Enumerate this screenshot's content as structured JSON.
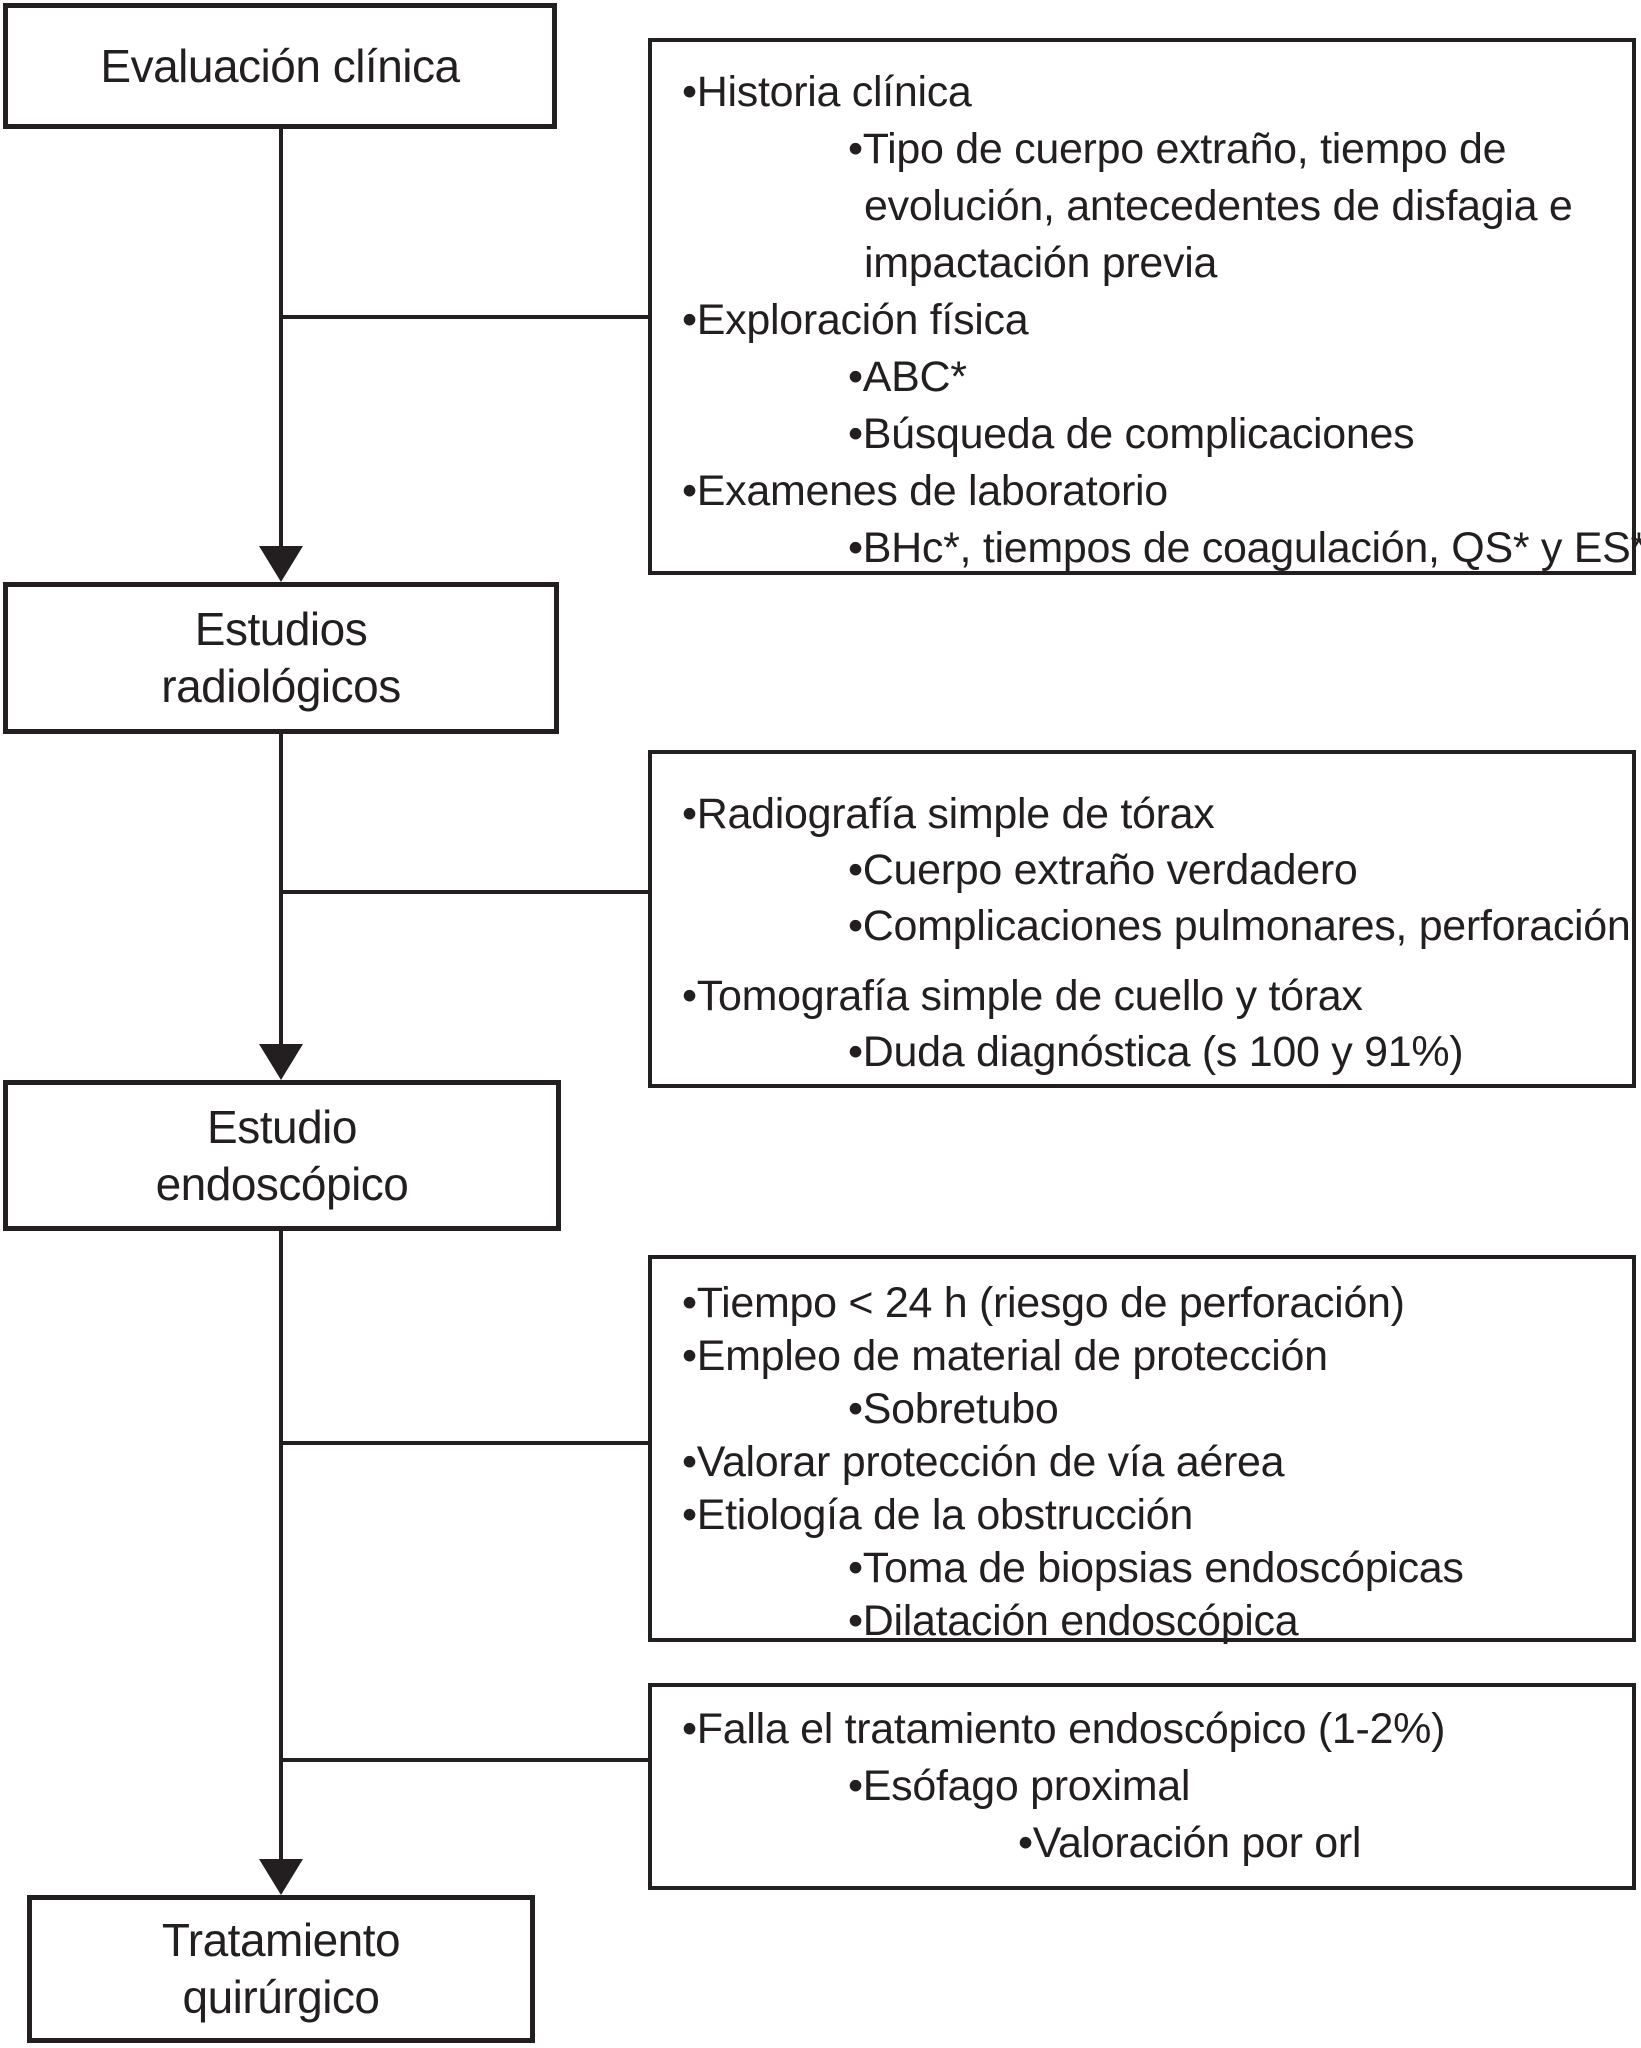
{
  "palette": {
    "ink": "#231f20",
    "background": "#ffffff"
  },
  "nodes": [
    {
      "id": "evaluacion-clinica",
      "lines": [
        "Evaluación clínica"
      ]
    },
    {
      "id": "estudios-radiologicos",
      "lines": [
        "Estudios",
        "radiológicos"
      ]
    },
    {
      "id": "estudio-endoscopico",
      "lines": [
        "Estudio",
        "endoscópico"
      ]
    },
    {
      "id": "tratamiento-quirurgico",
      "lines": [
        "Tratamiento",
        "quirúrgico"
      ]
    }
  ],
  "panels": [
    {
      "id": "detalle-evaluacion-clinica",
      "items": [
        {
          "level": 0,
          "text": "•Historia clínica"
        },
        {
          "level": 1,
          "text": "•Tipo de cuerpo extraño, tiempo de"
        },
        {
          "level": "1c",
          "text": "evolución, antecedentes de disfagia e"
        },
        {
          "level": "1c",
          "text": "impactación previa"
        },
        {
          "level": 0,
          "text": "•Exploración física"
        },
        {
          "level": 1,
          "text": "•ABC*"
        },
        {
          "level": 1,
          "text": "•Búsqueda de complicaciones"
        },
        {
          "level": 0,
          "text": "•Examenes de laboratorio"
        },
        {
          "level": 1,
          "text": "•BHc*, tiempos de coagulación, QS* y ES*"
        }
      ]
    },
    {
      "id": "detalle-estudios-radiologicos",
      "items": [
        {
          "level": 0,
          "text": "•Radiografía simple de tórax"
        },
        {
          "level": 1,
          "text": "•Cuerpo extraño verdadero"
        },
        {
          "level": 1,
          "text": "•Complicaciones pulmonares, perforación"
        },
        {
          "level": 0,
          "text": "•Tomografía simple de cuello y tórax"
        },
        {
          "level": 1,
          "text": "•Duda diagnóstica (s 100 y 91%)"
        }
      ]
    },
    {
      "id": "detalle-estudio-endoscopico",
      "items": [
        {
          "level": 0,
          "text": "•Tiempo < 24 h (riesgo de perforación)"
        },
        {
          "level": 0,
          "text": "•Empleo de material de protección"
        },
        {
          "level": 1,
          "text": "•Sobretubo"
        },
        {
          "level": 0,
          "text": "•Valorar protección de vía aérea"
        },
        {
          "level": 0,
          "text": "•Etiología de la obstrucción"
        },
        {
          "level": 1,
          "text": "•Toma de biopsias endoscópicas"
        },
        {
          "level": 1,
          "text": "•Dilatación endoscópica"
        }
      ]
    },
    {
      "id": "detalle-tratamiento-quirurgico",
      "items": [
        {
          "level": 0,
          "text": "•Falla el tratamiento endoscópico (1-2%)"
        },
        {
          "level": 1,
          "text": "•Esófago proximal"
        },
        {
          "level": 2,
          "text": "•Valoración por orl"
        }
      ]
    }
  ]
}
